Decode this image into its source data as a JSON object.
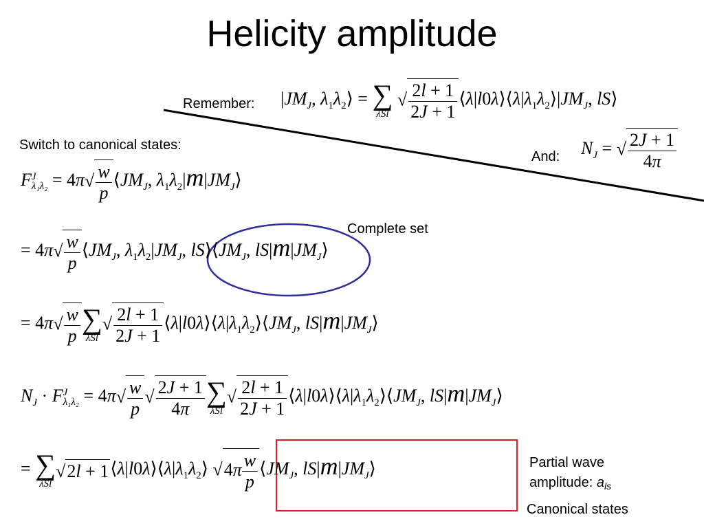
{
  "slide": {
    "title": "Helicity amplitude",
    "labels": {
      "remember": "Remember:",
      "switch": "Switch to canonical states:",
      "and": "And:",
      "complete_set": "Complete set",
      "partial_wave_line1": "Partial wave",
      "partial_wave_line2": "amplitude: ",
      "partial_wave_symbol": "a",
      "partial_wave_sub": "ls",
      "canonical_states": "Canonical states"
    },
    "colors": {
      "ellipse": "#2e2e9e",
      "box": "#e02020",
      "line": "#000000"
    }
  }
}
